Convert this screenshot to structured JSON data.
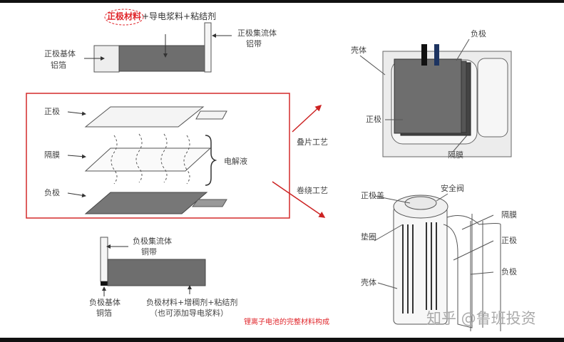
{
  "top": {
    "highlight": "正极材料",
    "formula": "+导电浆料+粘结剂",
    "base_l1": "正极基体",
    "base_l2": "铝箔",
    "collector_l1": "正极集流体",
    "collector_l2": "铝带"
  },
  "middle": {
    "cathode": "正极",
    "separator": "隔膜",
    "anode": "负极",
    "electrolyte": "电解液",
    "stack_process": "叠片工艺",
    "wind_process": "卷绕工艺"
  },
  "pouch": {
    "shell": "壳体",
    "anode": "负极",
    "cathode": "正极",
    "separator": "隔膜"
  },
  "bottom": {
    "collector_l1": "负极集流体",
    "collector_l2": "铜带",
    "base_l1": "负极基体",
    "base_l2": "铜箔",
    "material_l1": "负极材料+增稠剂+粘结剂",
    "material_l2": "（也可添加导电浆料）"
  },
  "cylinder": {
    "cap": "正极盖",
    "valve": "安全阀",
    "gasket": "垫圈",
    "shell": "壳体",
    "separator": "隔膜",
    "cathode": "正极",
    "anode": "负极"
  },
  "caption": "锂离子电池的完整材料构成",
  "watermark": "知乎 @鲁班投资",
  "colors": {
    "accent": "#e0262b",
    "dark_fill": "#6e6e6e"
  }
}
